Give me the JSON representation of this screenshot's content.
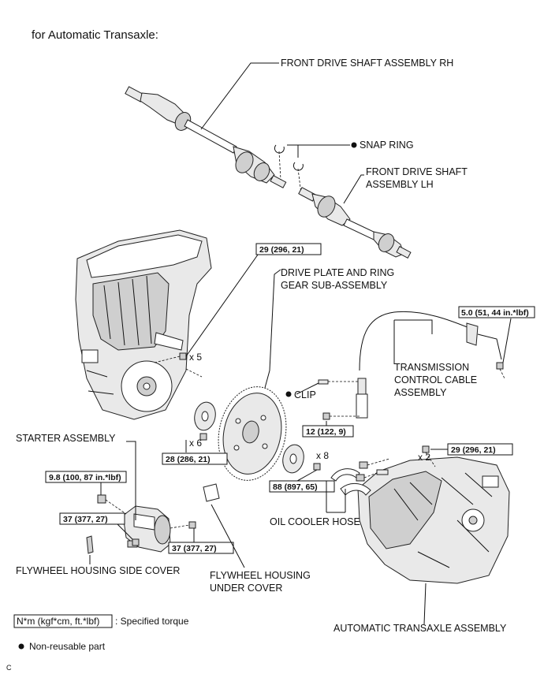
{
  "title": "for Automatic Transaxle:",
  "labels": {
    "front_drive_shaft_rh": "FRONT DRIVE SHAFT ASSEMBLY RH",
    "snap_ring": "SNAP RING",
    "front_drive_shaft_lh_1": "FRONT DRIVE SHAFT",
    "front_drive_shaft_lh_2": "ASSEMBLY LH",
    "drive_plate_1": "DRIVE PLATE AND RING",
    "drive_plate_2": "GEAR SUB-ASSEMBLY",
    "trans_cable_1": "TRANSMISSION",
    "trans_cable_2": "CONTROL CABLE",
    "trans_cable_3": "ASSEMBLY",
    "clip": "CLIP",
    "starter": "STARTER ASSEMBLY",
    "oil_cooler_hose": "OIL COOLER HOSE",
    "flywheel_side_cover": "FLYWHEEL HOUSING SIDE COVER",
    "flywheel_under_cover_1": "FLYWHEEL HOUSING",
    "flywheel_under_cover_2": "UNDER COVER",
    "auto_transaxle": "AUTOMATIC TRANSAXLE ASSEMBLY"
  },
  "torques": {
    "t_29_a": "29 (296, 21)",
    "t_5_0": "5.0 (51, 44 in.*lbf)",
    "t_12": "12 (122, 9)",
    "t_28": "28 (286, 21)",
    "t_29_b": "29 (296, 21)",
    "t_88": "88 (897, 65)",
    "t_9_8": "9.8 (100, 87 in.*lbf)",
    "t_37_a": "37 (377, 27)",
    "t_37_b": "37 (377, 27)"
  },
  "quantities": {
    "x5": "x 5",
    "x6": "x 6",
    "x8": "x 8",
    "x2": "x 2"
  },
  "legend": {
    "unit_box": "N*m (kgf*cm, ft.*lbf)",
    "specified_torque": ": Specified torque",
    "non_reusable": "Non-reusable part"
  },
  "corner_code": "C"
}
